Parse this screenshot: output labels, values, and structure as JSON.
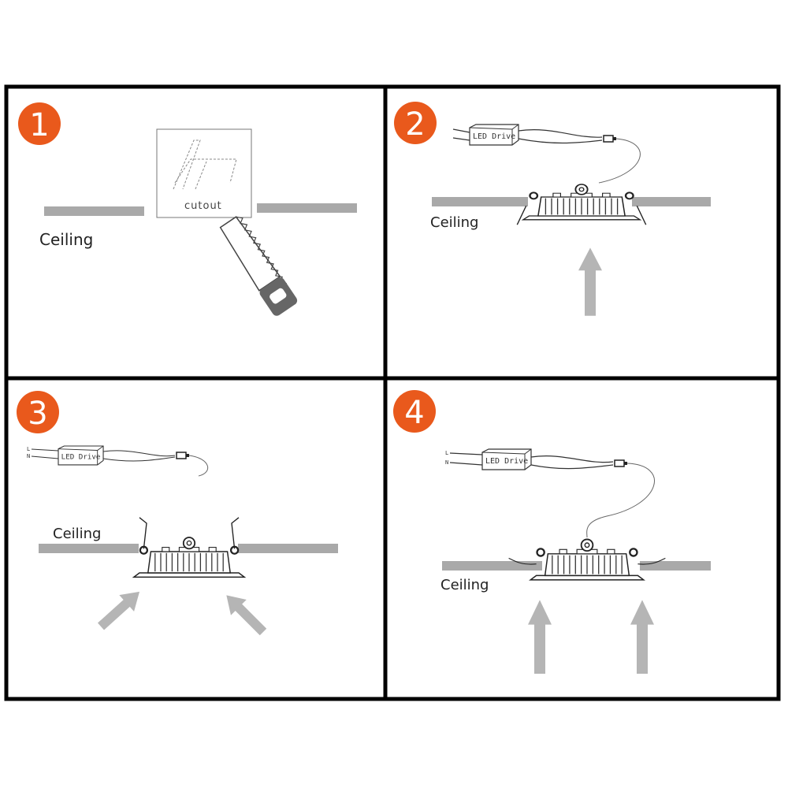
{
  "colors": {
    "badge": "#e9591c",
    "frame": "#000000",
    "ceiling": "#a9a9a9",
    "arrow": "#b5b5b5"
  },
  "panels": [
    {
      "step": "1",
      "ceiling_label": "Ceiling",
      "cutout_label": "cutout",
      "tool_icon": "saw-icon"
    },
    {
      "step": "2",
      "ceiling_label": "Ceiling",
      "driver_label": "LED Drive",
      "arrow_direction": "up"
    },
    {
      "step": "3",
      "ceiling_label": "Ceiling",
      "driver_label": "LED Drive",
      "wire_labels": [
        "L",
        "N"
      ],
      "arrow_direction": "diagonal-in"
    },
    {
      "step": "4",
      "ceiling_label": "Ceiling",
      "driver_label": "LED Drive",
      "wire_labels": [
        "L",
        "N"
      ],
      "arrow_direction": "up"
    }
  ]
}
